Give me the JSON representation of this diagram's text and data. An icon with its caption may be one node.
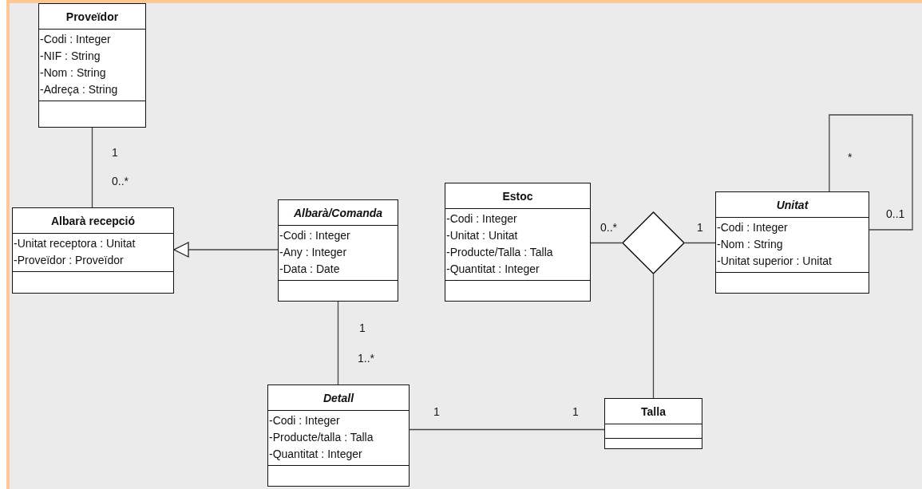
{
  "diagram": {
    "nodes": [
      {
        "text": [
          "Proveïdor",
          "-Codi : Integer",
          "-NIF : String",
          "-Nom : String",
          "-Adreça : String"
        ]
      },
      {
        "text": [
          "Albarà recepció",
          "-Unitat receptora : Unitat",
          "-Proveïdor : Proveïdor"
        ]
      },
      {
        "text": [
          "Albarà/Comanda",
          "-Codi : Integer",
          "-Any : Integer",
          "-Data : Date"
        ]
      },
      {
        "text": [
          "Estoc",
          "-Codi : Integer",
          "-Unitat : Unitat",
          "-Producte/Talla : Talla",
          "-Quantitat : Integer"
        ]
      },
      {
        "text": [],
        "shape": "diamond"
      },
      {
        "text": [
          "Unitat",
          "-Codi : Integer",
          "-Nom : String",
          "-Unitat superior : Unitat"
        ]
      },
      {
        "text": [
          "Detall",
          "-Codi : Integer",
          "-Producte/talla : Talla",
          "-Quantitat : Integer"
        ]
      },
      {
        "text": [
          "Talla"
        ]
      }
    ],
    "edges": [
      {
        "from": 0,
        "to": 1,
        "arrow": "none"
      },
      {
        "from": 2,
        "to": 1,
        "arrow": "to"
      },
      {
        "from": 2,
        "to": 6,
        "arrow": "none"
      },
      {
        "from": 3,
        "to": 4,
        "arrow": "none"
      },
      {
        "from": 5,
        "to": 4,
        "arrow": "none"
      },
      {
        "from": 4,
        "to": 7,
        "arrow": "none"
      },
      {
        "from": 6,
        "to": 7,
        "arrow": "none"
      },
      {
        "from": 5,
        "to": 5,
        "arrow": "none"
      }
    ],
    "labels": [
      "1",
      "*",
      "0..*",
      "0..1",
      "0..*",
      "1",
      "1",
      "1..*",
      "1",
      "1"
    ]
  }
}
